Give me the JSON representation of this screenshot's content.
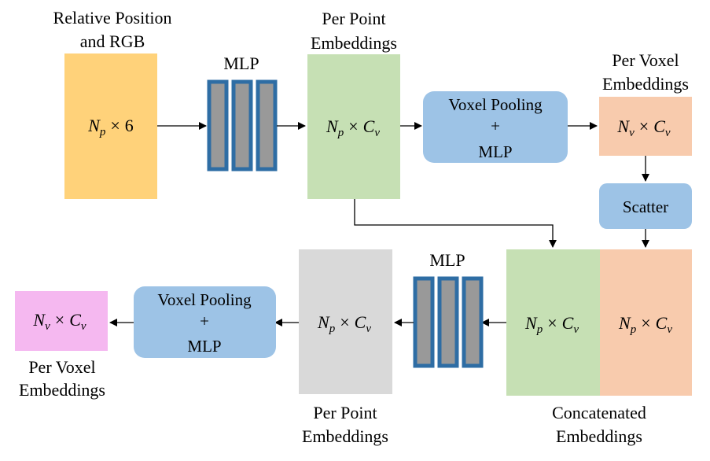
{
  "colors": {
    "input_box": "#ffd27a",
    "point_embed_box": "#c6e0b4",
    "voxel_embed_box": "#f8cbad",
    "pooling_box": "#9dc3e6",
    "scatter_box": "#9dc3e6",
    "gray_embed_box": "#d9d9d9",
    "output_box": "#f5b8f0",
    "mlp_bar_fill": "#999999",
    "mlp_bar_border": "#2e6da4"
  },
  "labels": {
    "input_line1": "Relative Position",
    "input_line2": "and RGB",
    "mlp_top": "MLP",
    "per_point_top_line1": "Per Point",
    "per_point_top_line2": "Embeddings",
    "per_voxel_top_line1": "Per Voxel",
    "per_voxel_top_line2": "Embeddings",
    "mlp_bottom": "MLP",
    "per_point_bottom_line1": "Per Point",
    "per_point_bottom_line2": "Embeddings",
    "concat_line1": "Concatenated",
    "concat_line2": "Embeddings",
    "per_voxel_bottom_line1": "Per Voxel",
    "per_voxel_bottom_line2": "Embeddings"
  },
  "boxes": {
    "pooling_top_line1": "Voxel Pooling",
    "pooling_top_line2": "+",
    "pooling_top_line3": "MLP",
    "scatter": "Scatter",
    "pooling_bottom_line1": "Voxel Pooling",
    "pooling_bottom_line2": "+",
    "pooling_bottom_line3": "MLP"
  },
  "math": {
    "times": "×",
    "N": "N",
    "C": "C",
    "six": "6",
    "sub_p": "p",
    "sub_v": "v"
  }
}
